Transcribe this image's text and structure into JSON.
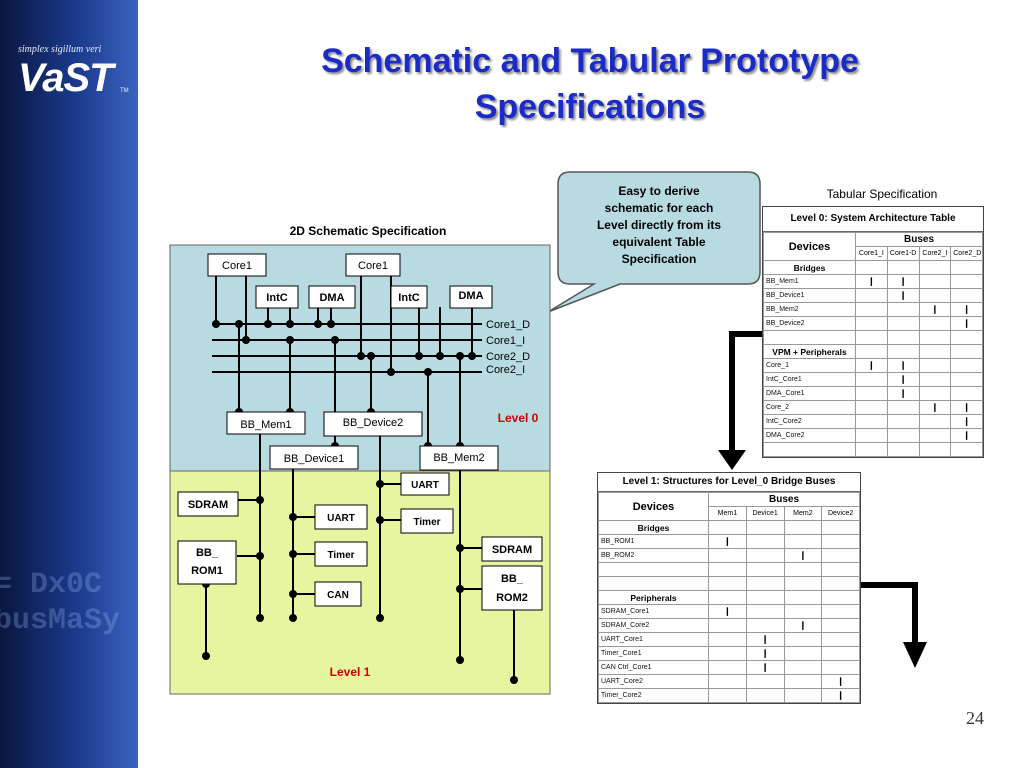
{
  "sidebar": {
    "motto": "simplex sigillum veri",
    "logo": "VaST",
    "trademark": "TM",
    "bg_lines": [
      "= Dx0C",
      "busMaSy"
    ]
  },
  "title_line1": "Schematic and Tabular Prototype",
  "title_line2": "Specifications",
  "callout_lines": [
    "Easy to derive",
    "schematic for each",
    "Level directly from its",
    "equivalent Table",
    "Specification"
  ],
  "schematic": {
    "heading": "2D Schematic Specification",
    "level0_label": "Level 0",
    "level1_label": "Level 1",
    "level0_devices": [
      "Core1",
      "Core1",
      "IntC",
      "DMA",
      "IntC",
      "DMA"
    ],
    "buses": [
      "Core1_D",
      "Core1_I",
      "Core2_D",
      "Core2_I"
    ],
    "bridges": [
      "BB_Mem1",
      "BB_Device2",
      "BB_Device1",
      "BB_Mem2"
    ],
    "level1_devices": [
      "SDRAM",
      "BB_",
      "ROM1",
      "UART",
      "Timer",
      "CAN",
      "UART",
      "Timer",
      "SDRAM",
      "BB_",
      "ROM2"
    ]
  },
  "table0": {
    "heading": "Tabular Specification",
    "title": "Level 0: System Architecture Table",
    "devices_header": "Devices",
    "buses_header": "Buses",
    "columns": [
      "Core1_I",
      "Core1-D",
      "Core2_I",
      "Core2_D"
    ],
    "sections": [
      {
        "name": "Bridges",
        "rows": [
          {
            "device": "BB_Mem1",
            "checks": [
              true,
              true,
              false,
              false
            ]
          },
          {
            "device": "BB_Device1",
            "checks": [
              false,
              true,
              false,
              false
            ]
          },
          {
            "device": "BB_Mem2",
            "checks": [
              false,
              false,
              true,
              true
            ]
          },
          {
            "device": "BB_Device2",
            "checks": [
              false,
              false,
              false,
              true
            ]
          },
          {
            "device": "",
            "checks": [
              false,
              false,
              false,
              false
            ]
          }
        ]
      },
      {
        "name": "VPM + Peripherals",
        "rows": [
          {
            "device": "Core_1",
            "checks": [
              true,
              true,
              false,
              false
            ]
          },
          {
            "device": "IntC_Core1",
            "checks": [
              false,
              true,
              false,
              false
            ]
          },
          {
            "device": "DMA_Core1",
            "checks": [
              false,
              true,
              false,
              false
            ]
          },
          {
            "device": "Core_2",
            "checks": [
              false,
              false,
              true,
              true
            ]
          },
          {
            "device": "IntC_Core2",
            "checks": [
              false,
              false,
              false,
              true
            ]
          },
          {
            "device": "DMA_Core2",
            "checks": [
              false,
              false,
              false,
              true
            ]
          },
          {
            "device": "",
            "checks": [
              false,
              false,
              false,
              false
            ]
          }
        ]
      }
    ]
  },
  "table1": {
    "title": "Level 1: Structures for Level_0 Bridge Buses",
    "devices_header": "Devices",
    "buses_header": "Buses",
    "columns": [
      "Mem1",
      "Device1",
      "Mem2",
      "Device2"
    ],
    "sections": [
      {
        "name": "Bridges",
        "rows": [
          {
            "device": "BB_ROM1",
            "checks": [
              true,
              false,
              false,
              false
            ]
          },
          {
            "device": "BB_ROM2",
            "checks": [
              false,
              false,
              true,
              false
            ]
          },
          {
            "device": "",
            "checks": [
              false,
              false,
              false,
              false
            ]
          },
          {
            "device": "",
            "checks": [
              false,
              false,
              false,
              false
            ]
          }
        ]
      },
      {
        "name": "Peripherals",
        "rows": [
          {
            "device": "SDRAM_Core1",
            "checks": [
              true,
              false,
              false,
              false
            ]
          },
          {
            "device": "SDRAM_Core2",
            "checks": [
              false,
              false,
              true,
              false
            ]
          },
          {
            "device": "UART_Core1",
            "checks": [
              false,
              true,
              false,
              false
            ]
          },
          {
            "device": "Timer_Core1",
            "checks": [
              false,
              true,
              false,
              false
            ]
          },
          {
            "device": "CAN Ctrl_Core1",
            "checks": [
              false,
              true,
              false,
              false
            ]
          },
          {
            "device": "UART_Core2",
            "checks": [
              false,
              false,
              false,
              true
            ]
          },
          {
            "device": "Timer_Core2",
            "checks": [
              false,
              false,
              false,
              true
            ]
          }
        ]
      }
    ]
  },
  "check_glyph": "┃",
  "page_number": "24",
  "colors": {
    "level0_bg": "#b8dbe2",
    "level1_bg": "#e8f5a0",
    "callout_bg": "#b8dbe2",
    "title": "#1a2bc8"
  }
}
